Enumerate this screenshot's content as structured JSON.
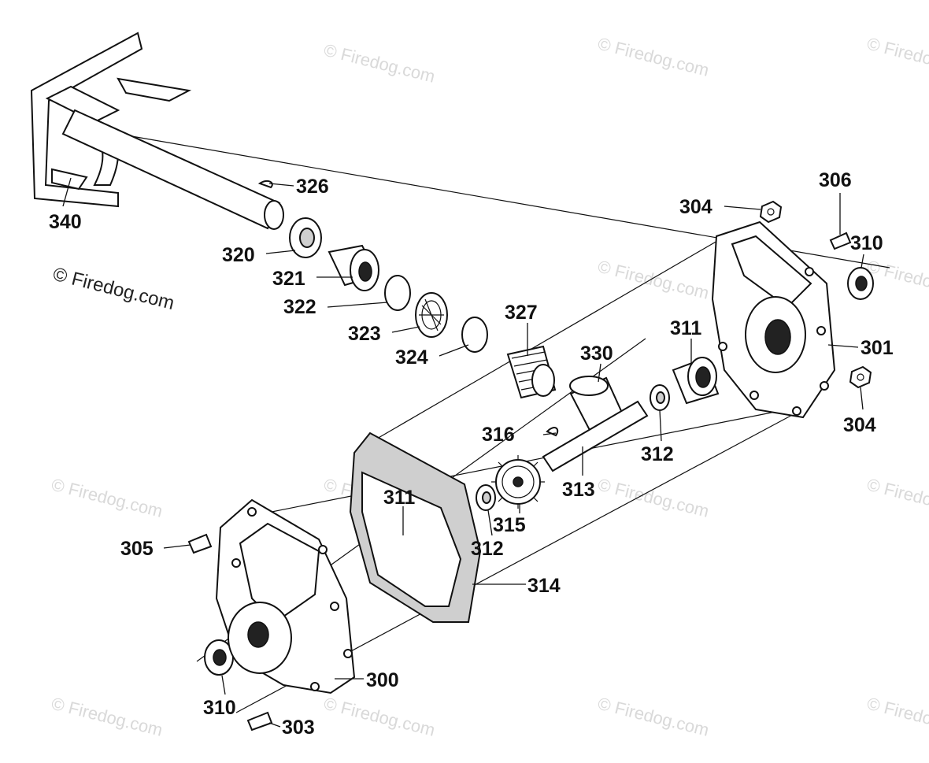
{
  "copyright": "© Firedog.com",
  "watermark": "© Firedog.com",
  "callouts": [
    {
      "id": "340",
      "label": "340"
    },
    {
      "id": "326",
      "label": "326"
    },
    {
      "id": "320",
      "label": "320"
    },
    {
      "id": "321",
      "label": "321"
    },
    {
      "id": "322",
      "label": "322"
    },
    {
      "id": "323",
      "label": "323"
    },
    {
      "id": "324",
      "label": "324"
    },
    {
      "id": "327",
      "label": "327"
    },
    {
      "id": "330",
      "label": "330"
    },
    {
      "id": "311a",
      "label": "311"
    },
    {
      "id": "304a",
      "label": "304"
    },
    {
      "id": "306",
      "label": "306"
    },
    {
      "id": "310a",
      "label": "310"
    },
    {
      "id": "301",
      "label": "301"
    },
    {
      "id": "304b",
      "label": "304"
    },
    {
      "id": "312a",
      "label": "312"
    },
    {
      "id": "316",
      "label": "316"
    },
    {
      "id": "313",
      "label": "313"
    },
    {
      "id": "311b",
      "label": "311"
    },
    {
      "id": "315",
      "label": "315"
    },
    {
      "id": "312b",
      "label": "312"
    },
    {
      "id": "305",
      "label": "305"
    },
    {
      "id": "314",
      "label": "314"
    },
    {
      "id": "300",
      "label": "300"
    },
    {
      "id": "310b",
      "label": "310"
    },
    {
      "id": "303",
      "label": "303"
    }
  ]
}
